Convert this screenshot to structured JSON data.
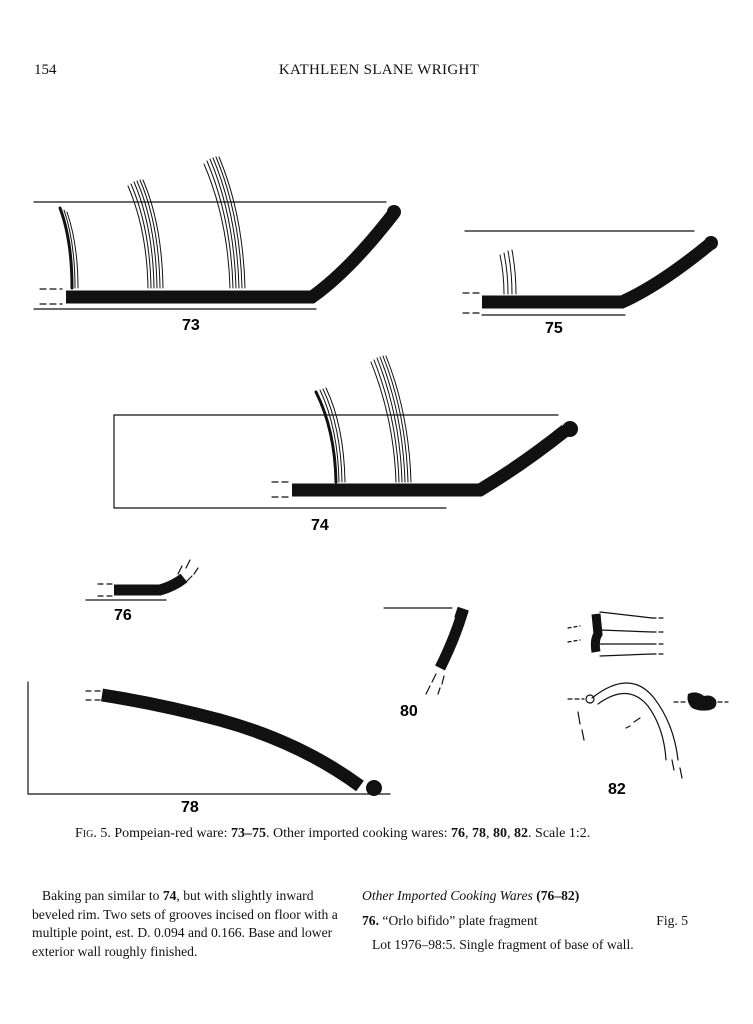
{
  "header": {
    "page_number": "154",
    "author": "KATHLEEN SLANE WRIGHT"
  },
  "figure": {
    "plate_labels": [
      "73",
      "75",
      "74",
      "76",
      "80",
      "78",
      "82"
    ],
    "caption": {
      "fig_label": "Fig. 5.",
      "text_a": "Pompeian-red ware: ",
      "range_a": "73–75",
      "text_b": ". Other imported cooking wares: ",
      "n76": "76",
      "sep1": ", ",
      "n78": "78",
      "sep2": ", ",
      "n80": "80",
      "sep3": ", ",
      "n82": "82",
      "text_c": ". Scale 1:2."
    }
  },
  "left_column": {
    "text_start": "Baking pan similar to ",
    "ref": "74",
    "text_end": ", but with slightly inward beveled rim. Two sets of grooves incised on floor with a multiple point, est. D. 0.094 and 0.166. Base and lower exterior wall roughly finished."
  },
  "right_column": {
    "section_title": "Other Imported Cooking Wares",
    "section_range": "(76–82)",
    "entry_number": "76.",
    "entry_title": "“Orlo bifido” plate fragment",
    "entry_fig": "Fig. 5",
    "entry_lot": "Lot 1976–98:5. Single fragment of base of wall."
  }
}
